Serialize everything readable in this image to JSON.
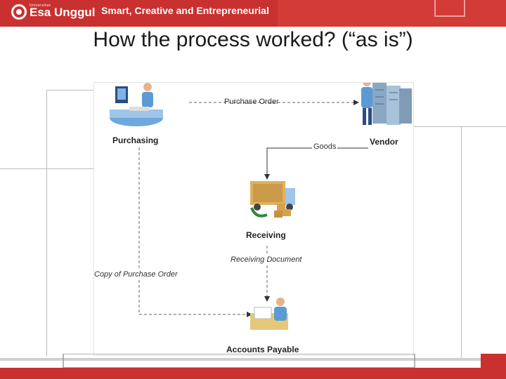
{
  "header": {
    "brand_prefix": "Universitas",
    "brand": "Esa Unggul",
    "tagline": "Smart, Creative and Entrepreneurial",
    "accent_color": "#c8312f"
  },
  "slide": {
    "title": "How the process worked? (“as is”)"
  },
  "diagram": {
    "nodes": {
      "purchasing": "Purchasing",
      "vendor": "Vendor",
      "receiving": "Receiving",
      "accounts_payable": "Accounts Payable"
    },
    "flows": {
      "purchase_order": "Purchase Order",
      "goods": "Goods",
      "receiving_document": "Receiving Document",
      "copy_of_purchase_order": "Copy of Purchase Order"
    }
  }
}
